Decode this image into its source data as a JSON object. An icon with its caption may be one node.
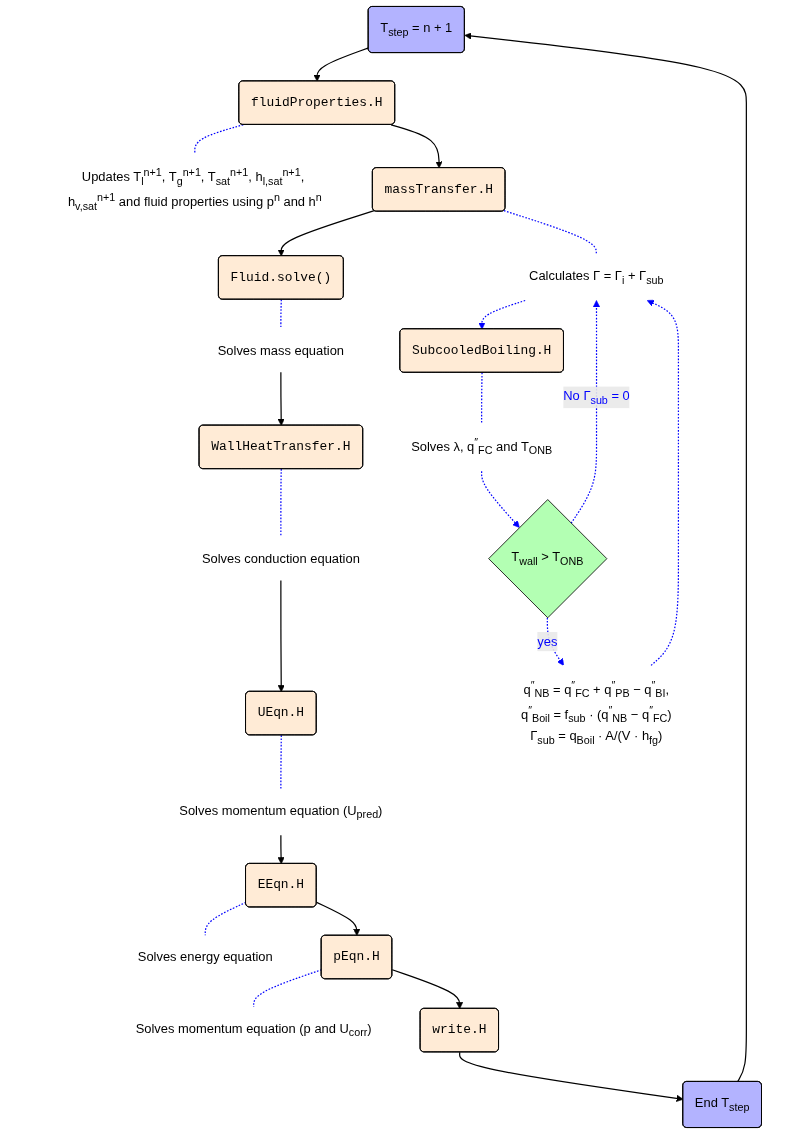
{
  "diagram": {
    "nodes": [
      {
        "text": [
          "T$_{step}$ = n + 1"
        ]
      },
      {
        "text": [
          "fluidProperties.H"
        ]
      },
      {
        "text": [
          "Updates T$_{l}$$^{n+1}$, T$_{g}$$^{n+1}$, T$_{sat}$$^{n+1}$, h$_{l,sat}$$^{n+1}$, h$_{v,sat}$$^{n+1}$ and fluid properties using p$^{n}$ and h$^{n}$"
        ]
      },
      {
        "text": [
          "massTransfer.H"
        ]
      },
      {
        "text": [
          "Calculates Γ = Γ$_{i}$ + Γ$_{sub}$"
        ]
      },
      {
        "text": [
          "SubcooledBoiling.H"
        ]
      },
      {
        "text": [
          "Fluid.solve()"
        ]
      },
      {
        "text": [
          "Solves mass equation"
        ]
      },
      {
        "text": [
          "WallHeatTransfer.H"
        ]
      },
      {
        "text": [
          "Solves conduction equation"
        ]
      },
      {
        "text": [
          "UEqn.H"
        ]
      },
      {
        "text": [
          "Solves momentum equation (U$_{pred}$)"
        ]
      },
      {
        "text": [
          "EEqn.H"
        ]
      },
      {
        "text": [
          "Solves energy equation"
        ]
      },
      {
        "text": [
          "pEqn.H"
        ]
      },
      {
        "text": [
          "Solves momentum equation (p and U$_{corr}$)"
        ]
      },
      {
        "text": [
          "write.H"
        ]
      },
      {
        "text": [
          "End T$_{step}$"
        ]
      },
      {
        "text": [
          "Solves λ, q$^{″}$$_{FC}$ and T$_{ONB}$"
        ]
      },
      {
        "text": [
          "T$_{wall}$ > T$_{ONB}$"
        ]
      },
      {
        "text": [
          "q$^{″}$$_{NB}$ = q$^{″}$$_{FC}$ + q$^{″}$$_{PB}$ − q$^{″}$$_{BI}$,",
          "q$^{″}$$_{Boil}$ = f$_{sub}$ · (q$^{″}$$_{NB}$ − q$^{″}$$_{FC}$)",
          "Γ$_{sub}$ = q$_{Boil}$ · A/(V · h$_{fg}$)"
        ]
      }
    ],
    "edges": [
      {
        "from": 0,
        "to": 1,
        "arrow": "to",
        "color": "#000000"
      },
      {
        "from": 1,
        "to": 2,
        "arrow": "none",
        "style": "dashed"
      },
      {
        "from": 1,
        "to": 3,
        "arrow": "to",
        "color": "#000000"
      },
      {
        "from": 3,
        "to": 4,
        "arrow": "none",
        "style": "dashed"
      },
      {
        "from": 4,
        "to": 5,
        "arrow": "to",
        "style": "dashed"
      },
      {
        "from": 3,
        "to": 6,
        "arrow": "to",
        "color": "#000000"
      },
      {
        "from": 6,
        "to": 7,
        "arrow": "none",
        "style": "dashed"
      },
      {
        "from": 7,
        "to": 8,
        "arrow": "to",
        "color": "#000000"
      },
      {
        "from": 8,
        "to": 9,
        "arrow": "none",
        "style": "dashed"
      },
      {
        "from": 9,
        "to": 10,
        "arrow": "to",
        "color": "#000000"
      },
      {
        "from": 10,
        "to": 11,
        "arrow": "none",
        "style": "dashed"
      },
      {
        "from": 11,
        "to": 12,
        "arrow": "to",
        "color": "#000000"
      },
      {
        "from": 12,
        "to": 13,
        "arrow": "none",
        "style": "dashed"
      },
      {
        "from": 12,
        "to": 14,
        "arrow": "to",
        "color": "#000000"
      },
      {
        "from": 14,
        "to": 15,
        "arrow": "none",
        "style": "dashed"
      },
      {
        "from": 14,
        "to": 16,
        "arrow": "to",
        "color": "#000000"
      },
      {
        "from": 16,
        "to": 17,
        "arrow": "to",
        "color": "#000000"
      },
      {
        "from": 17,
        "to": 0,
        "arrow": "to",
        "color": "#000000"
      },
      {
        "from": 5,
        "to": 18,
        "arrow": "none",
        "style": "dashed"
      },
      {
        "from": 18,
        "to": 19,
        "arrow": "to",
        "style": "dashed"
      },
      {
        "from": 19,
        "to": 4,
        "arrow": "to",
        "style": "dashed",
        "label": "No Γ$_{sub}$ = 0"
      },
      {
        "from": 19,
        "to": 20,
        "arrow": "to",
        "style": "dashed",
        "label": "yes"
      },
      {
        "from": 20,
        "to": 4,
        "arrow": "to",
        "style": "dashed"
      }
    ]
  }
}
